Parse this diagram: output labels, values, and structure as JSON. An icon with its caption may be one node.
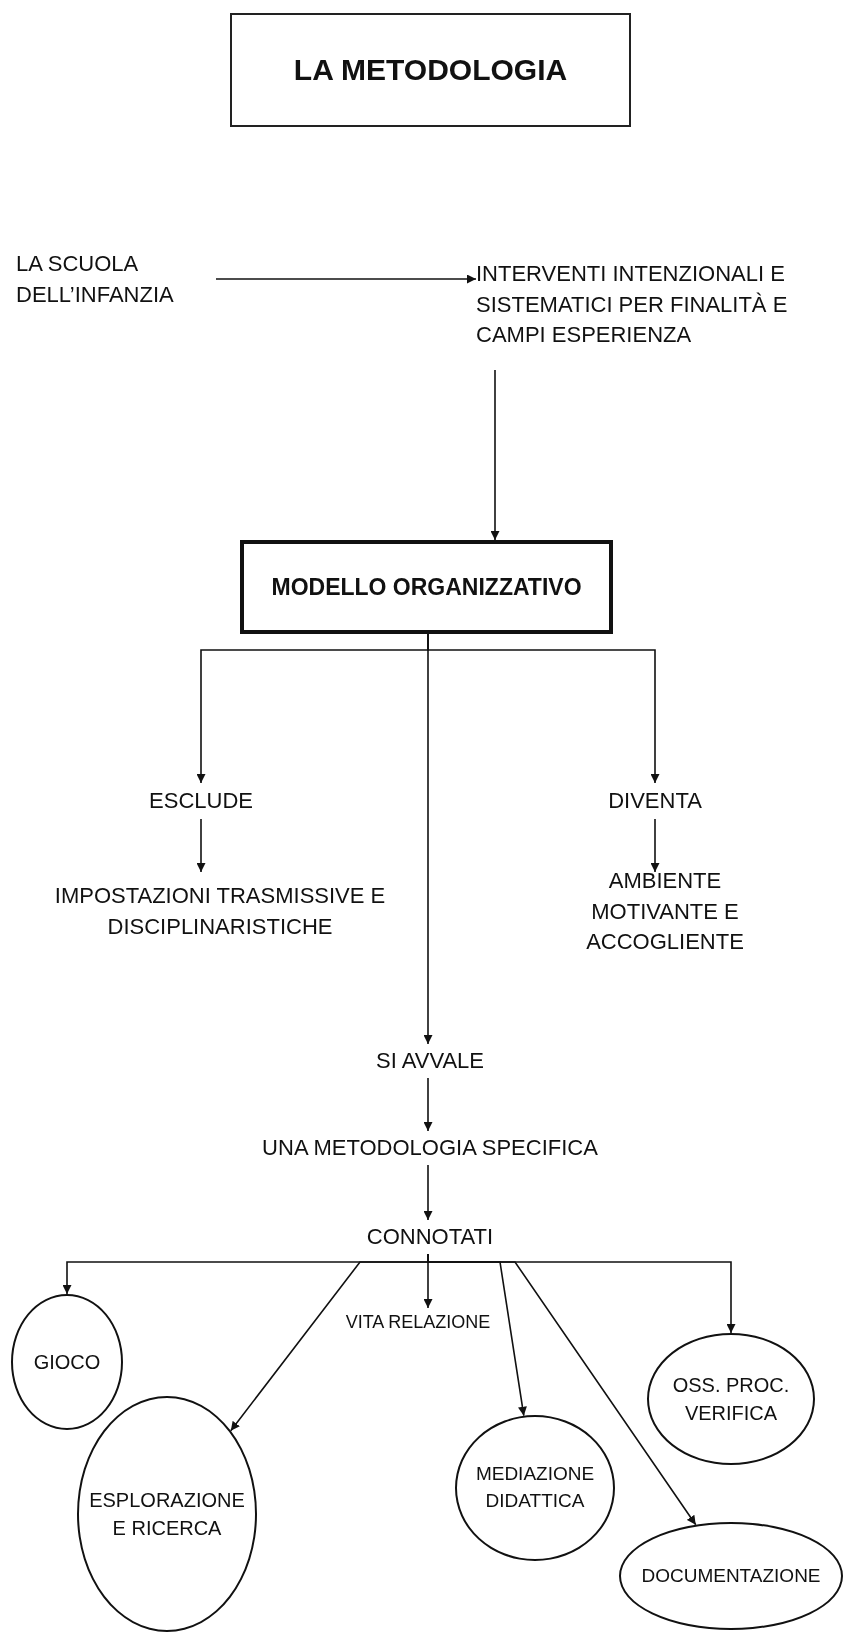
{
  "diagram": {
    "nodes": [
      {
        "text": [
          "LA METODOLOGIA"
        ]
      },
      {
        "text": [
          "LA SCUOLA DELL’INFANZIA"
        ]
      },
      {
        "text": [
          "INTERVENTI INTENZIONALI E SISTEMATICI PER FINALITÀ E CAMPI ESPERIENZA"
        ]
      },
      {
        "text": [
          "MODELLO ORGANIZZATIVO"
        ]
      },
      {
        "text": [
          "ESCLUDE"
        ]
      },
      {
        "text": [
          "IMPOSTAZIONI TRASMISSIVE E DISCIPLINARISTICHE"
        ]
      },
      {
        "text": [
          "DIVENTA"
        ]
      },
      {
        "text": [
          "AMBIENTE MOTIVANTE E ACCOGLIENTE"
        ]
      },
      {
        "text": [
          "SI AVVALE"
        ]
      },
      {
        "text": [
          "UNA METODOLOGIA SPECIFICA"
        ]
      },
      {
        "text": [
          "CONNOTATI"
        ]
      },
      {
        "text": [
          "GIOCO"
        ]
      },
      {
        "text": [
          "VITA RELAZIONE"
        ]
      },
      {
        "text": [
          "OSS. PROC. VERIFICA"
        ]
      },
      {
        "text": [
          "ESPLORAZIONE E RICERCA"
        ]
      },
      {
        "text": [
          "MEDIAZIONE DIDATTICA"
        ]
      },
      {
        "text": [
          "DOCUMENTAZIONE"
        ]
      }
    ],
    "edges": [
      {
        "from": 1,
        "to": 2,
        "arrow": "to"
      },
      {
        "from": 2,
        "to": 3,
        "arrow": "to"
      },
      {
        "from": 3,
        "to": 4,
        "arrow": "to"
      },
      {
        "from": 4,
        "to": 5,
        "arrow": "to"
      },
      {
        "from": 3,
        "to": 6,
        "arrow": "to"
      },
      {
        "from": 6,
        "to": 7,
        "arrow": "to"
      },
      {
        "from": 3,
        "to": 8,
        "arrow": "to"
      },
      {
        "from": 8,
        "to": 9,
        "arrow": "to"
      },
      {
        "from": 9,
        "to": 10,
        "arrow": "to"
      },
      {
        "from": 10,
        "to": 11,
        "arrow": "to"
      },
      {
        "from": 10,
        "to": 12,
        "arrow": "to"
      },
      {
        "from": 10,
        "to": 13,
        "arrow": "to"
      },
      {
        "from": 10,
        "to": 14,
        "arrow": "to"
      },
      {
        "from": 10,
        "to": 15,
        "arrow": "to"
      },
      {
        "from": 10,
        "to": 16,
        "arrow": "to"
      }
    ]
  }
}
